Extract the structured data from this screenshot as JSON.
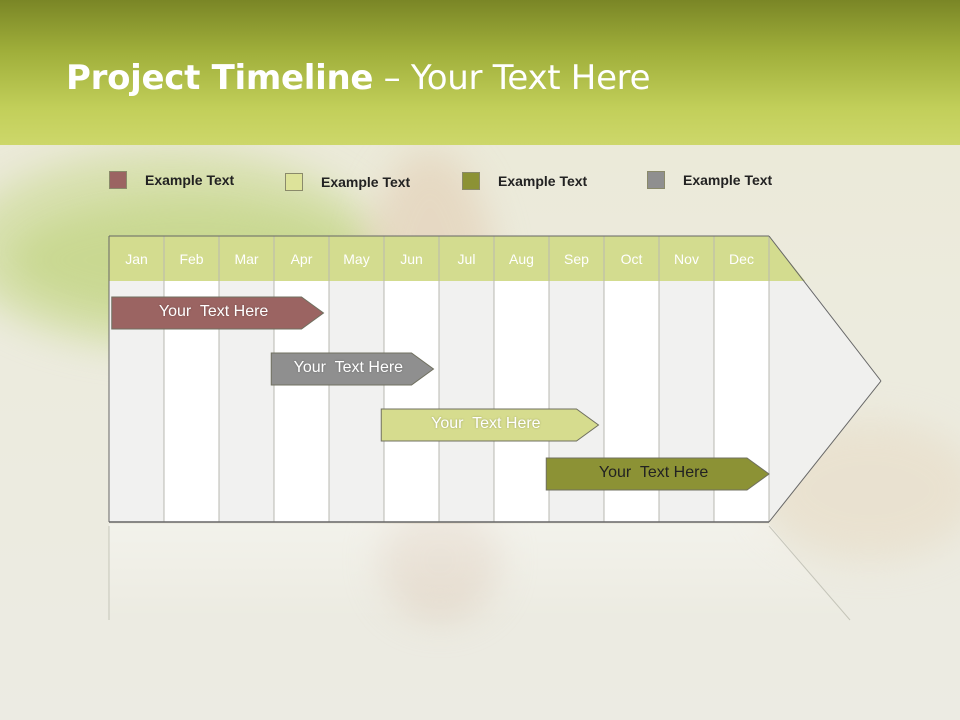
{
  "title": {
    "bold": "Project Timeline",
    "rest": " – Your Text Here"
  },
  "legend": [
    {
      "label": "Example Text",
      "color": "#9b6462"
    },
    {
      "label": "Example Text",
      "color": "#dde39a"
    },
    {
      "label": "Example Text",
      "color": "#8c9235"
    },
    {
      "label": "Example Text",
      "color": "#8f8f8f"
    }
  ],
  "months": [
    "Jan",
    "Feb",
    "Mar",
    "Apr",
    "May",
    "Jun",
    "Jul",
    "Aug",
    "Sep",
    "Oct",
    "Nov",
    "Dec"
  ],
  "tasks": [
    {
      "label": "Your  Text Here",
      "color": "#9b6462",
      "text_color": "#ffffff",
      "start_month": 0.05,
      "end_month": 3.9
    },
    {
      "label": "Your  Text Here",
      "color": "#8f8f8f",
      "text_color": "#ffffff",
      "start_month": 2.95,
      "end_month": 5.9
    },
    {
      "label": "Your  Text Here",
      "color": "#d6dc8e",
      "text_color": "#ffffff",
      "start_month": 4.95,
      "end_month": 8.9
    },
    {
      "label": "Your  Text Here",
      "color": "#8c9235",
      "text_color": "#222222",
      "start_month": 7.95,
      "end_month": 12.0
    }
  ],
  "colors": {
    "header_row": "#d3dc8f",
    "col_light": "#f1f1f0",
    "col_white": "#ffffff",
    "grid_line": "#8a8a8a"
  }
}
